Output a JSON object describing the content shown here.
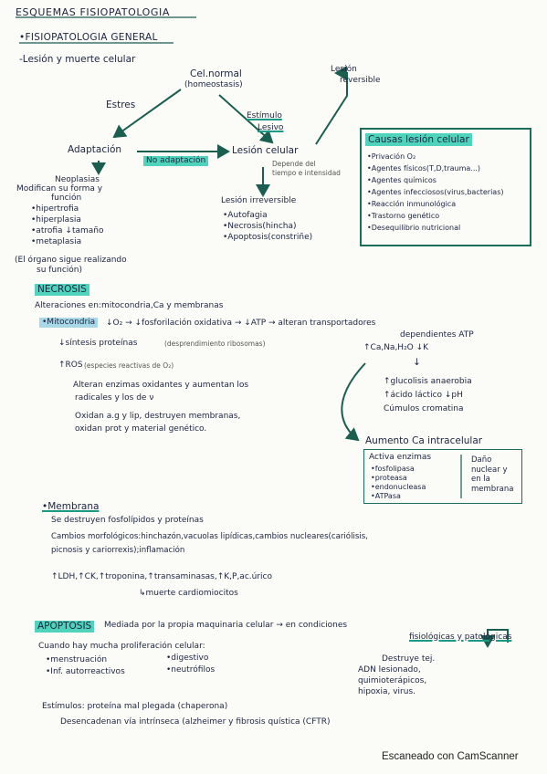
{
  "header": {
    "title": "ESQUEMAS FISIOPATOLOGIA",
    "section": "•FISIOPATOLOGIA GENERAL",
    "subsection": "-Lesión y muerte celular"
  },
  "diagram": {
    "cel_normal": "Cel.normal",
    "homeostasis": "(homeostasis)",
    "lesion_reversible_1": "Lesión",
    "lesion_reversible_2": "reversible",
    "estres": "Estres",
    "estimulo_1": "Estímulo",
    "estimulo_2": "Lesivo",
    "adaptacion": "Adaptación",
    "no_adaptacion": "No adaptación",
    "lesion_celular": "Lesión celular",
    "depende_1": "Depende del",
    "depende_2": "tiempo e intensidad",
    "neoplasias": "Neoplasias",
    "modifican_1": "Modifican su forma y",
    "modifican_2": "función",
    "adapt_items": [
      "•hipertrofia",
      "•hiperplasia",
      "•atrofia ↓tamaño",
      "•metaplasia"
    ],
    "organo_1": "(El órgano sigue realizando",
    "organo_2": "su función)",
    "lesion_irreversible": "Lesión irreversible",
    "irrev_items": [
      "•Autofagia",
      "•Necrosis(hincha)",
      "•Apoptosis(constriñe)"
    ]
  },
  "causas": {
    "title": "Causas lesión celular",
    "items": [
      "•Privación O₂",
      "•Agentes físicos(T,D,trauma...)",
      "•Agentes químicos",
      "•Agentes infecciosos(virus,bacterias)",
      "•Reacción inmunológica",
      "•Trastorno genético",
      "•Desequilibrio nutricional"
    ]
  },
  "necrosis": {
    "heading": "NECROSIS",
    "alteraciones": "Alteraciones en:mitocondria,Ca y membranas",
    "mito_label": "•Mitocondria",
    "mito_text": "↓O₂ → ↓fosforilación oxidativa → ↓ATP → alteran transportadores",
    "dependientes": "dependientes ATP",
    "sintesis": "↓síntesis proteínas",
    "sintesis_note": "(desprendimiento ribosomas)",
    "ca_na": "↑Ca,Na,H₂O ↓K",
    "ros": "↑ROS",
    "ros_note": "(especies reactivas de O₂)",
    "down_arrow": "↓",
    "glucolisis": "↑glucolisis anaerobia",
    "acido": "↑ácido láctico ↓pH",
    "cumulos": "Cúmulos cromatina",
    "alteran_1": "Alteran enzimas oxidantes y aumentan los",
    "alteran_2": "radicales y los de ν",
    "oxidan_1": "Oxidan a.g y lip, destruyen membranas,",
    "oxidan_2": "oxidan prot y material genético.",
    "aumento_ca": "Aumento Ca intracelular",
    "activa": "Activa enzimas",
    "enzimas": [
      "•fosfolipasa",
      "•proteasa",
      "•endonucleasa",
      "•ATPasa"
    ],
    "dano_1": "Daño",
    "dano_2": "nuclear y",
    "dano_3": "en la",
    "dano_4": "membrana"
  },
  "membrana": {
    "heading": "•Membrana",
    "line1": "Se destruyen fosfolípidos y proteínas",
    "line2": "Cambios morfológicos:hinchazón,vacuolas lipídicas,cambios nucleares(cariólisis,",
    "line3": "picnosis y cariorrexis);inflamación",
    "line4": "↑LDH,↑CK,↑troponina,↑transaminasas,↑K,P,ac.úrico",
    "line5": "↳muerte cardiomiocitos"
  },
  "apoptosis": {
    "heading": "APOPTOSIS",
    "line1": "Mediada por la propia maquinaria celular → en condiciones",
    "fisiologicas": "fisiológicas y patológicas",
    "cuando": "Cuando hay mucha proliferación celular:",
    "col1": [
      "•menstruación",
      "•Inf. autorreactivos"
    ],
    "col2": [
      "•digestivo",
      "•neutrófilos"
    ],
    "destruye": [
      "Destruye tej.",
      "ADN lesionado,",
      "quimioterápicos,",
      "hipoxia, virus."
    ],
    "estimulos": "Estímulos: proteína mal plegada (chaperona)",
    "desencadenan": "Desencadenan vía intrínseca (alzheimer y fibrosis quística (CFTR)"
  },
  "footer": "Escaneado con CamScanner"
}
